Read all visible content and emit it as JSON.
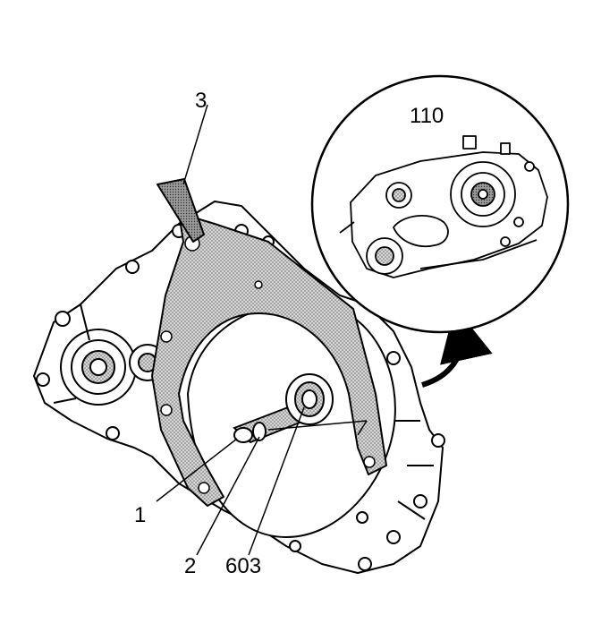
{
  "callouts": {
    "c3": "3",
    "c110": "110",
    "c1": "1",
    "c2": "2",
    "c603": "603"
  },
  "colors": {
    "line": "#000000",
    "background": "#ffffff",
    "fixture_fill": "#b8b8b8"
  }
}
